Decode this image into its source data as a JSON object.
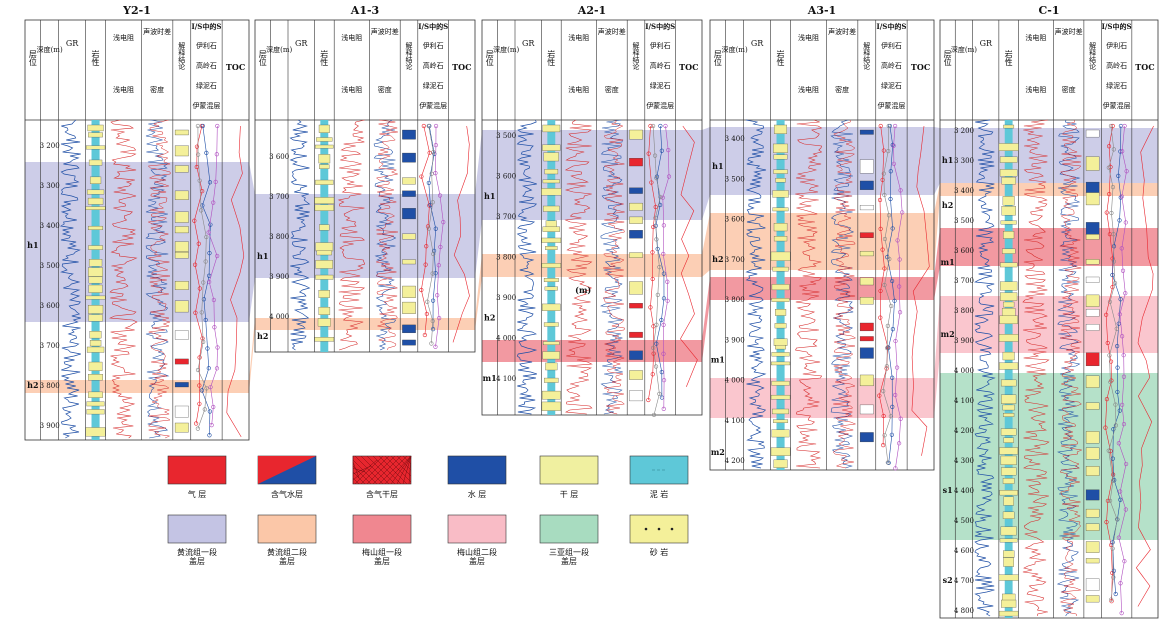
{
  "wells": [
    {
      "id": "Y2-1",
      "depth_ticks": [
        "3 200",
        "3 300",
        "3 400",
        "3 500",
        "3 600",
        "3 700",
        "3 800",
        "3 900"
      ],
      "layers": [
        "h1",
        "h2"
      ],
      "headers": [
        "层位",
        "深度(m)",
        "GR",
        "岩性",
        "浅电阻",
        "声波时差",
        "密度",
        "解释结论",
        "I/S中的S",
        "伊利石",
        "高岭石",
        "绿泥石",
        "伊蒙混层",
        "TOC"
      ]
    },
    {
      "id": "A1-3",
      "depth_ticks": [
        "3 600",
        "3 700",
        "3 800",
        "3 900",
        "4 000"
      ],
      "layers": [
        "h1",
        "h2"
      ],
      "headers": [
        "层位",
        "深度(m)",
        "GR",
        "岩性",
        "浅电阻",
        "声波时差",
        "密度",
        "解释结论",
        "I/S中的S",
        "伊利石",
        "高岭石",
        "绿泥石",
        "伊蒙混层",
        "TOC"
      ]
    },
    {
      "id": "A2-1",
      "depth_ticks": [
        "3 500",
        "3 600",
        "3 700",
        "3 800",
        "3 900",
        "4 000",
        "4 100"
      ],
      "layers": [
        "h1",
        "h2",
        "m1"
      ],
      "headers": [
        "层位",
        "深度(m)",
        "GR",
        "岩性",
        "浅电阻",
        "声波时差",
        "密度",
        "解释结论",
        "I/S中的S",
        "伊利石",
        "高岭石",
        "绿泥石",
        "伊蒙混层",
        "TOC"
      ],
      "annotation": "(m)"
    },
    {
      "id": "A3-1",
      "depth_ticks": [
        "3 400",
        "3 500",
        "3 600",
        "3 700",
        "3 800",
        "3 900",
        "4 000",
        "4 100",
        "4 200"
      ],
      "layers": [
        "h1",
        "h2",
        "m1",
        "m2"
      ],
      "headers": [
        "层位",
        "深度(m)",
        "GR",
        "岩性",
        "浅电阻",
        "声波时差",
        "密度",
        "解释结论",
        "I/S中的S",
        "伊利石",
        "高岭石",
        "绿泥石",
        "伊蒙混层",
        "TOC"
      ]
    },
    {
      "id": "C-1",
      "depth_ticks": [
        "3 200",
        "3 300",
        "3 400",
        "3 500",
        "3 600",
        "3 700",
        "3 800",
        "3 900",
        "4 000",
        "4 100",
        "4 200",
        "4 300",
        "4 400",
        "4 500",
        "4 600",
        "4 700",
        "4 800"
      ],
      "layers": [
        "h1",
        "h2",
        "m1",
        "m2",
        "s1",
        "s2"
      ],
      "headers": [
        "层位",
        "深度(m)",
        "GR",
        "岩性",
        "浅电阻",
        "声波时差",
        "密度",
        "解释结论",
        "I/S中的S",
        "伊利石",
        "高岭石",
        "绿泥石",
        "伊蒙混层",
        "TOC"
      ]
    }
  ],
  "legend_row1": [
    {
      "label": "气 层",
      "color": "#e8262e"
    },
    {
      "label": "含气水层",
      "color": "#1f4fa6"
    },
    {
      "label": "含气干层",
      "color": "#e8262e"
    },
    {
      "label": "水 层",
      "color": "#1f4fa6"
    },
    {
      "label": "干 层",
      "color": "#f0f0a0"
    },
    {
      "label": "泥 岩",
      "color": "#5ec8d8"
    }
  ],
  "legend_row2": [
    {
      "label": "黄流组一段\n盖层",
      "color": "#c4c4e4"
    },
    {
      "label": "黄流组二段\n盖层",
      "color": "#fbc7a8"
    },
    {
      "label": "梅山组一段\n盖层",
      "color": "#f08790"
    },
    {
      "label": "梅山组二段\n盖层",
      "color": "#f9bcc6"
    },
    {
      "label": "三亚组一段\n盖层",
      "color": "#a8dcc0"
    },
    {
      "label": "砂 岩",
      "color": "#f4f09a"
    }
  ],
  "colors": {
    "h1": "#c4c4e4",
    "h2": "#fbc7a8",
    "m1": "#f08790",
    "m2": "#f9bcc6",
    "s1": "#a8dcc0",
    "gr": "#1f4fa6",
    "res": "#d62a2a",
    "mud": "#5ec8d8",
    "sand": "#f4f09a",
    "purple": "#b050c0"
  }
}
